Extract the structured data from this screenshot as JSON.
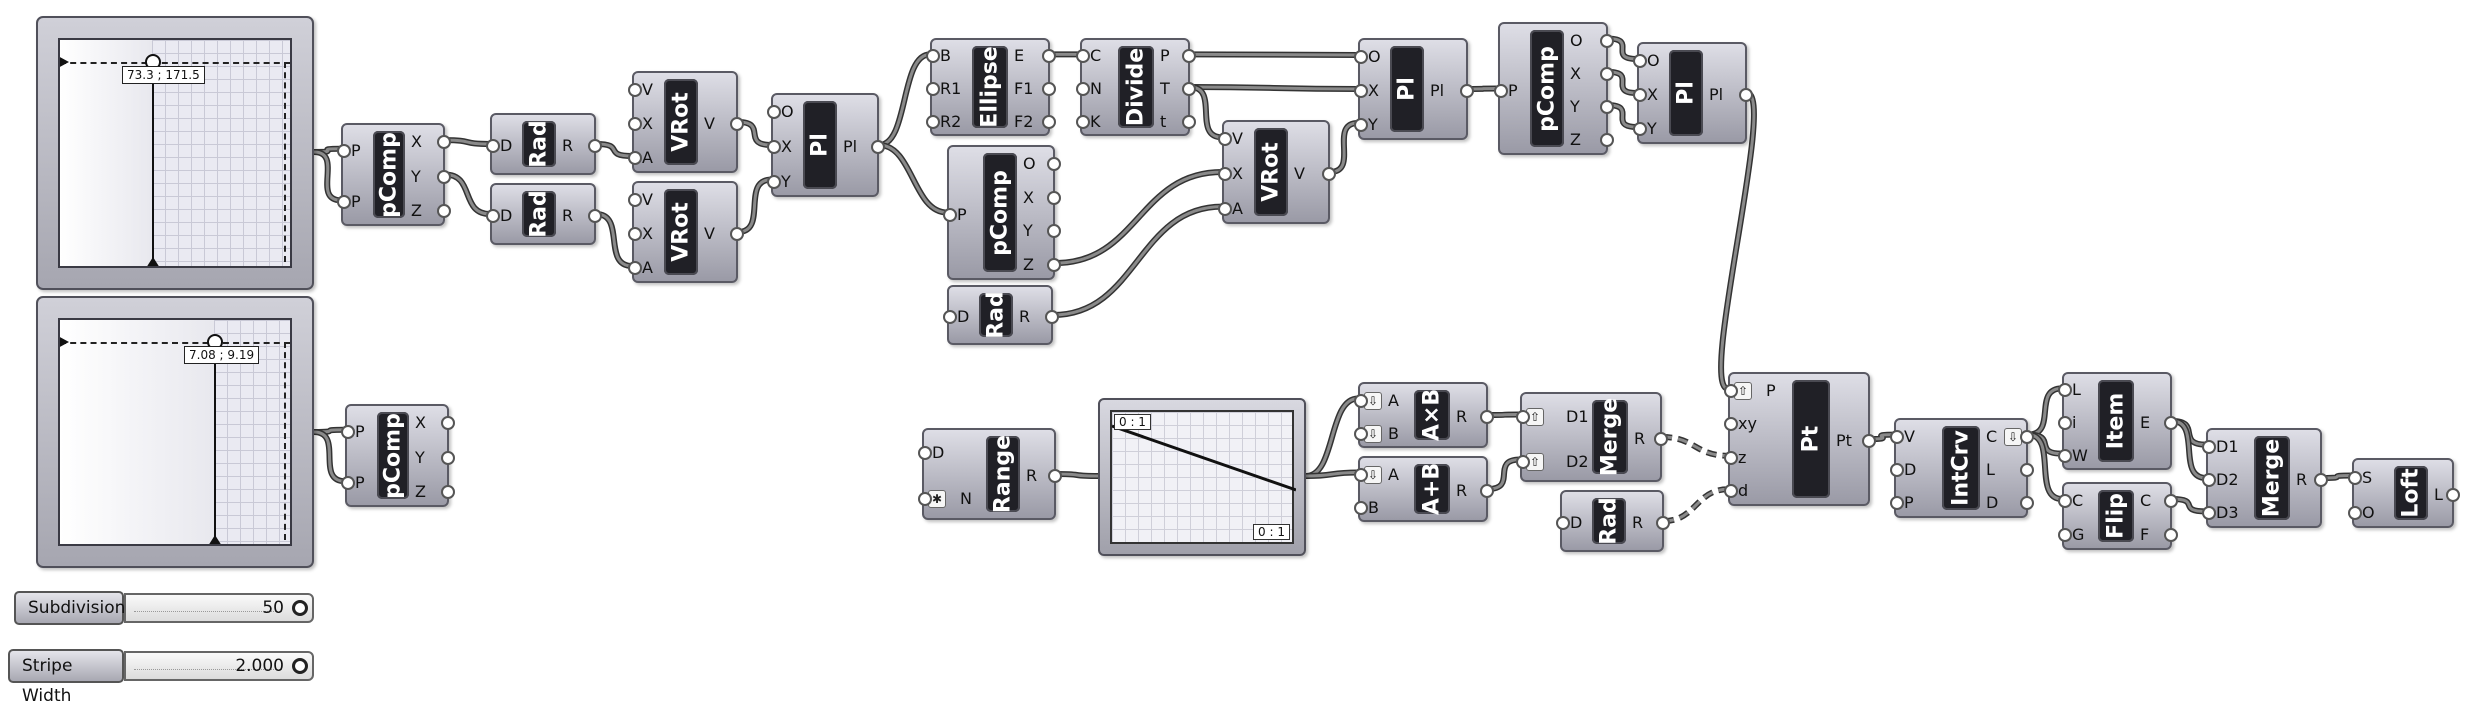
{
  "graph_panels": [
    {
      "coord": "73.3 ; 171.5"
    },
    {
      "coord": "7.08 ; 9.19"
    }
  ],
  "sliders": [
    {
      "label": "Subdivision",
      "value": "50"
    },
    {
      "label": "Stripe Width",
      "value": "2.000"
    }
  ],
  "graph_mapper": {
    "top_left": "0 : 1",
    "bottom_right": "0 : 1"
  },
  "components": {
    "pcomp1": {
      "name": "pComp",
      "inputs": [
        "P",
        "P"
      ],
      "outputs": [
        "X",
        "Y",
        "Z"
      ]
    },
    "pcomp2": {
      "name": "pComp",
      "inputs": [
        "P",
        "P"
      ],
      "outputs": [
        "X",
        "Y",
        "Z"
      ]
    },
    "rad1": {
      "name": "Rad",
      "inputs": [
        "D"
      ],
      "outputs": [
        "R"
      ]
    },
    "rad2": {
      "name": "Rad",
      "inputs": [
        "D"
      ],
      "outputs": [
        "R"
      ]
    },
    "vrot1": {
      "name": "VRot",
      "inputs": [
        "V",
        "X",
        "A"
      ],
      "outputs": [
        "V"
      ]
    },
    "vrot2": {
      "name": "VRot",
      "inputs": [
        "V",
        "X",
        "A"
      ],
      "outputs": [
        "V"
      ]
    },
    "pl1": {
      "name": "Pl",
      "inputs": [
        "O",
        "X",
        "Y"
      ],
      "outputs": [
        "Pl"
      ]
    },
    "ellipse": {
      "name": "Ellipse",
      "inputs": [
        "B",
        "R1",
        "R2"
      ],
      "outputs": [
        "E",
        "F1",
        "F2"
      ]
    },
    "pcomp3": {
      "name": "pComp",
      "inputs": [
        "P"
      ],
      "outputs": [
        "O",
        "X",
        "Y",
        "Z"
      ]
    },
    "rad3": {
      "name": "Rad",
      "inputs": [
        "D"
      ],
      "outputs": [
        "R"
      ]
    },
    "divide": {
      "name": "Divide",
      "inputs": [
        "C",
        "N",
        "K"
      ],
      "outputs": [
        "P",
        "T",
        "t"
      ]
    },
    "vrot3": {
      "name": "VRot",
      "inputs": [
        "V",
        "X",
        "A"
      ],
      "outputs": [
        "V"
      ]
    },
    "pl2": {
      "name": "Pl",
      "inputs": [
        "O",
        "X",
        "Y"
      ],
      "outputs": [
        "Pl"
      ]
    },
    "pcomp4": {
      "name": "pComp",
      "inputs": [
        "P"
      ],
      "outputs": [
        "O",
        "X",
        "Y",
        "Z"
      ]
    },
    "pl3": {
      "name": "Pl",
      "inputs": [
        "O",
        "X",
        "Y"
      ],
      "outputs": [
        "Pl"
      ]
    },
    "range": {
      "name": "Range",
      "inputs": [
        "D",
        "N"
      ],
      "outputs": [
        "R"
      ]
    },
    "mult": {
      "name": "A×B",
      "inputs": [
        "A",
        "B"
      ],
      "outputs": [
        "R"
      ]
    },
    "add": {
      "name": "A+B",
      "inputs": [
        "A",
        "B"
      ],
      "outputs": [
        "R"
      ]
    },
    "merge1": {
      "name": "Merge",
      "inputs": [
        "D1",
        "D2"
      ],
      "outputs": [
        "R"
      ]
    },
    "rad4": {
      "name": "Rad",
      "inputs": [
        "D"
      ],
      "outputs": [
        "R"
      ]
    },
    "pt": {
      "name": "Pt",
      "inputs": [
        "P",
        "xy",
        "z",
        "d"
      ],
      "outputs": [
        "Pt"
      ]
    },
    "intcrv": {
      "name": "IntCrv",
      "inputs": [
        "V",
        "D",
        "P"
      ],
      "outputs": [
        "C",
        "L",
        "D"
      ]
    },
    "item": {
      "name": "Item",
      "inputs": [
        "L",
        "i",
        "W"
      ],
      "outputs": [
        "E"
      ]
    },
    "flip": {
      "name": "Flip",
      "inputs": [
        "C",
        "G"
      ],
      "outputs": [
        "C",
        "F"
      ]
    },
    "merge2": {
      "name": "Merge",
      "inputs": [
        "D1",
        "D2",
        "D3"
      ],
      "outputs": [
        "R"
      ]
    },
    "loft": {
      "name": "Loft",
      "inputs": [
        "S",
        "O"
      ],
      "outputs": [
        "L"
      ]
    }
  },
  "colors": {
    "wire": "#6a6a6a",
    "wire_outline": "#333333",
    "component_bg": "#b4b4be",
    "core": "#202026"
  }
}
